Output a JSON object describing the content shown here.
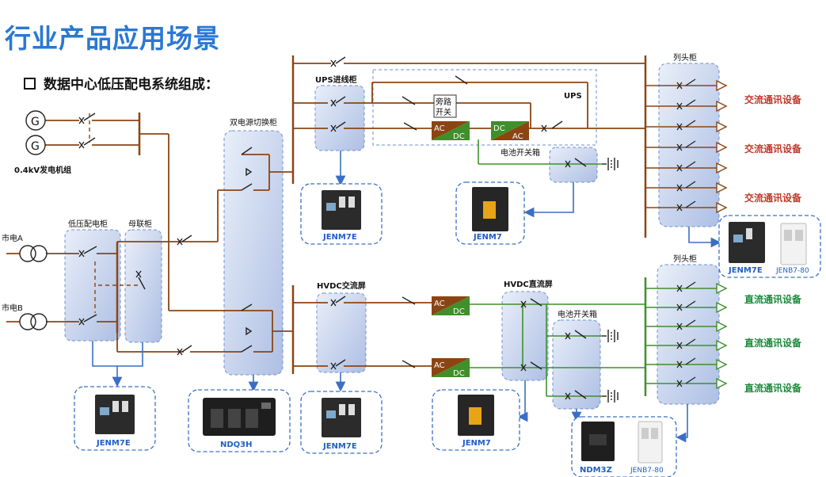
{
  "title": "行业产品应用场景",
  "subtitle": "数据中心低压配电系统组成：",
  "labels": {
    "generator_set": "0.4kV发电机组",
    "generator_symbol": "G",
    "grid_a": "市电A",
    "grid_b": "市电B",
    "low_voltage_cabinet": "低压配电柜",
    "bus_tie_cabinet": "母联柜",
    "dual_power_cabinet": "双电源切换柜",
    "ups_inlet_cabinet": "UPS进线柜",
    "ups": "UPS",
    "bypass_switch_line1": "旁路",
    "bypass_switch_line2": "开关",
    "battery_box_top": "电池开关箱",
    "battery_box_bottom": "电池开关箱",
    "column_cabinet_top": "列头柜",
    "column_cabinet_bottom": "列头柜",
    "hvdc_ac_screen": "HVDC交流屏",
    "hvdc_dc_screen": "HVDC直流屏",
    "ac_equipment": [
      "交流通讯设备",
      "交流通讯设备",
      "交流通讯设备"
    ],
    "dc_equipment": [
      "直流通讯设备",
      "直流通讯设备",
      "直流通讯设备"
    ],
    "converter_ac": "AC",
    "converter_dc": "DC"
  },
  "products": {
    "lv_cabinet_product": "JENM7E",
    "ats_product": "NDQ3H",
    "ups_inlet_product": "JENM7E",
    "ups_battery_product": "JENM7",
    "column_top_product_1": "JENM7E",
    "column_top_product_2": "JENB7-80",
    "hvdc_ac_product": "JENM7E",
    "hvdc_battery_product": "JENM7",
    "column_bottom_product_1": "NDM3Z",
    "column_bottom_product_2": "JENB7-80"
  },
  "colors": {
    "title": "#2a78d4",
    "ac_line": "#8b4513",
    "dc_line": "#3f8f2a",
    "link_line": "#3a6fc4",
    "panel_fill": "#c9d7f0",
    "panel_border": "#3a6fc4"
  }
}
